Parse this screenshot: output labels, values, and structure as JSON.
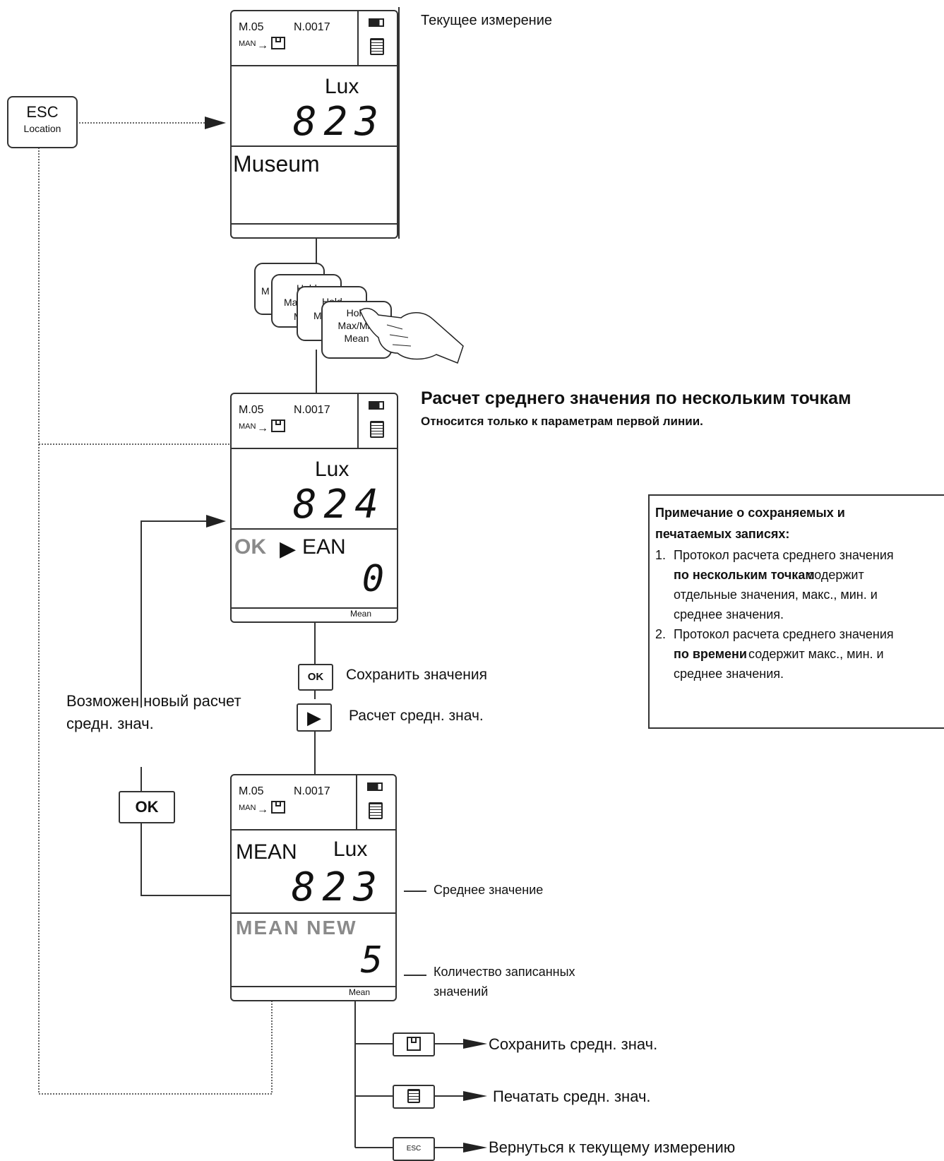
{
  "screen1": {
    "model": "M.05",
    "number": "N.0017",
    "mode": "MAN",
    "unit": "Lux",
    "value": "823",
    "location": "Museum",
    "caption": "Текущее измерение"
  },
  "esc_key": {
    "line1": "ESC",
    "line2": "Location"
  },
  "hold_key": {
    "line1": "Hold",
    "line2": "Max/Min",
    "line3": "Mean"
  },
  "hold_key_partial": {
    "a": "Hold",
    "b": "M",
    "c": "Ma",
    "d": "M",
    "e": "Hold",
    "f": "M",
    "g": "Max/M",
    "h": "Mean"
  },
  "section": {
    "title": "Расчет среднего значения по нескольким точкам",
    "subtitle": "Относится только к параметрам первой линии."
  },
  "screen2": {
    "model": "M.05",
    "number": "N.0017",
    "mode": "MAN",
    "unit": "Lux",
    "value": "824",
    "line2_ok": "OK",
    "line2_rest": "EAN",
    "count": "0",
    "footer": "Mean"
  },
  "actions_mid": {
    "ok_label": "OK",
    "save_values": "Сохранить значения",
    "calc_mean": "Расчет средн. знач."
  },
  "new_calc": {
    "line1": "Возможен новый расчет",
    "line2": "средн. знач."
  },
  "ok_key": "OK",
  "screen3": {
    "model": "M.05",
    "number": "N.0017",
    "mode": "MAN",
    "label": "MEAN",
    "unit": "Lux",
    "value": "823",
    "line2": "MEAN NEW",
    "count": "5",
    "footer": "Mean"
  },
  "annotations": {
    "mean_value": "Среднее значение",
    "count_line1": "Количество записанных",
    "count_line2": "значений"
  },
  "actions_bottom": {
    "save_mean": "Сохранить средн. знач.",
    "print_mean": "Печатать средн. знач.",
    "esc_label": "ESC",
    "return": "Вернуться к текущему измерению"
  },
  "note": {
    "title1": "Примечание о сохраняемых и",
    "title2": "печатаемых записях:",
    "item1_num": "1.",
    "item1_l1": "Протокол расчета среднего значения",
    "item1_bold": "по нескольким точкам",
    "item1_l2rest": "содержит",
    "item1_l3": "отдельные значения, макс., мин. и",
    "item1_l4": "среднее значения.",
    "item2_num": "2.",
    "item2_l1": "Протокол расчета среднего значения",
    "item2_bold": "по времени",
    "item2_l2rest": "содержит макс., мин. и",
    "item2_l3": "среднее значения."
  },
  "colors": {
    "line": "#333333",
    "gray_text": "#8a8a8a"
  }
}
